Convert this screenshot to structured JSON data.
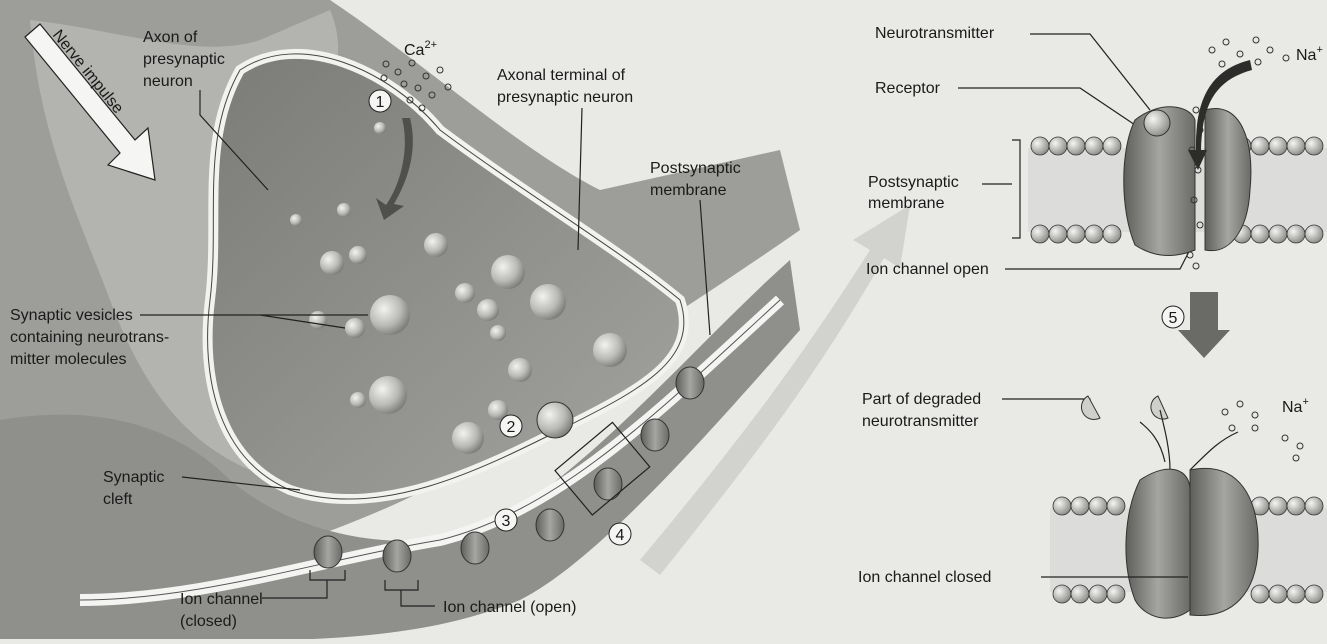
{
  "colors": {
    "paper": "#e9e9e6",
    "tissue": "#9a9a97",
    "terminal_fill": "#8a8a87",
    "membrane": "#f4f4f2",
    "vesicle": "#bfbfbc",
    "channel": "#7d7d7a",
    "arrow": "#555555"
  },
  "left": {
    "nerve_impulse": "Nerve impulse",
    "axon_label": [
      "Axon of",
      "presynaptic",
      "neuron"
    ],
    "ca_label": "Ca",
    "ca_sup": "2+",
    "terminal_label": [
      "Axonal terminal of",
      "presynaptic neuron"
    ],
    "postsyn_label": [
      "Postsynaptic",
      "membrane"
    ],
    "vesicles_label": [
      "Synaptic vesicles",
      "containing neurotrans-",
      "mitter molecules"
    ],
    "cleft_label": [
      "Synaptic",
      "cleft"
    ],
    "ion_closed_label": [
      "Ion channel",
      "(closed)"
    ],
    "ion_open_label": "Ion channel (open)",
    "steps": [
      "1",
      "2",
      "3",
      "4"
    ]
  },
  "right": {
    "neurotransmitter": "Neurotransmitter",
    "receptor": "Receptor",
    "postsyn_label": [
      "Postsynaptic",
      "membrane"
    ],
    "ion_open": "Ion channel open",
    "step5": "5",
    "na_top": "Na",
    "na_top_sup": "+",
    "degraded_label": [
      "Part of degraded",
      "neurotransmitter"
    ],
    "na_bottom": "Na",
    "na_bottom_sup": "+",
    "ion_closed": "Ion channel closed"
  }
}
